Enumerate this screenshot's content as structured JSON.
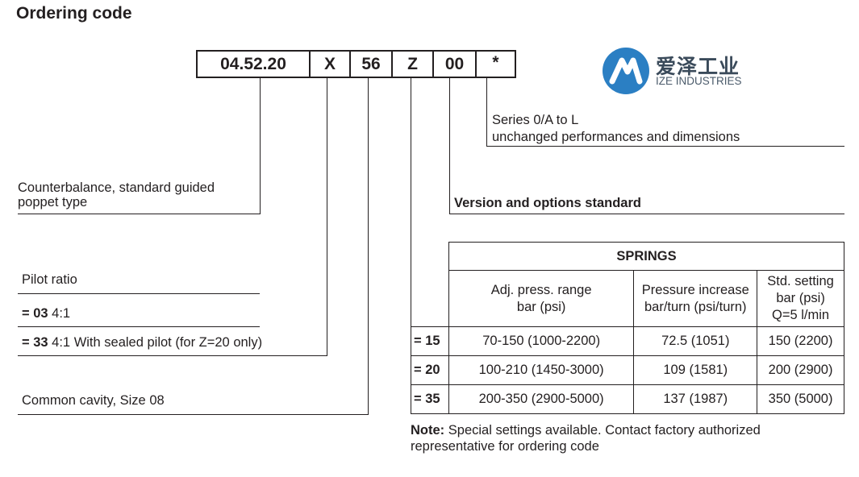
{
  "title": "Ordering code",
  "code": {
    "segments": [
      "04.52.20",
      "X",
      "56",
      "Z",
      "00",
      "*"
    ]
  },
  "logo": {
    "cn": "爱泽工业",
    "en": "IZE INDUSTRIES",
    "color": "#2b7fc3"
  },
  "descriptions": {
    "series_line1": "Series 0/A to L",
    "series_line2": "unchanged performances and dimensions",
    "version": "Version and options standard",
    "counterbalance_line1": "Counterbalance, standard guided",
    "counterbalance_line2": "poppet type",
    "pilot_title": "Pilot ratio",
    "pilot_03_code": "= 03",
    "pilot_03_text": "4:1",
    "pilot_33_code": "= 33",
    "pilot_33_text": "4:1 With sealed pilot (for Z=20 only)",
    "cavity": "Common cavity, Size 08"
  },
  "springs": {
    "title": "SPRINGS",
    "headers": {
      "range_line1": "Adj. press. range",
      "range_line2": "bar (psi)",
      "increase_line1": "Pressure increase",
      "increase_line2": "bar/turn (psi/turn)",
      "std_line1": "Std. setting",
      "std_line2": "bar (psi)",
      "std_line3": "Q=5 l/min"
    },
    "rows": [
      {
        "code": "= 15",
        "range": "70-150 (1000-2200)",
        "increase": "72.5 (1051)",
        "std": "150 (2200)"
      },
      {
        "code": "= 20",
        "range": "100-210 (1450-3000)",
        "increase": "109 (1581)",
        "std": "200 (2900)"
      },
      {
        "code": "= 35",
        "range": "200-350 (2900-5000)",
        "increase": "137 (1987)",
        "std": "350 (5000)"
      }
    ]
  },
  "note": {
    "label": "Note:",
    "line1": "Special settings available. Contact factory authorized",
    "line2": "representative for ordering code"
  }
}
